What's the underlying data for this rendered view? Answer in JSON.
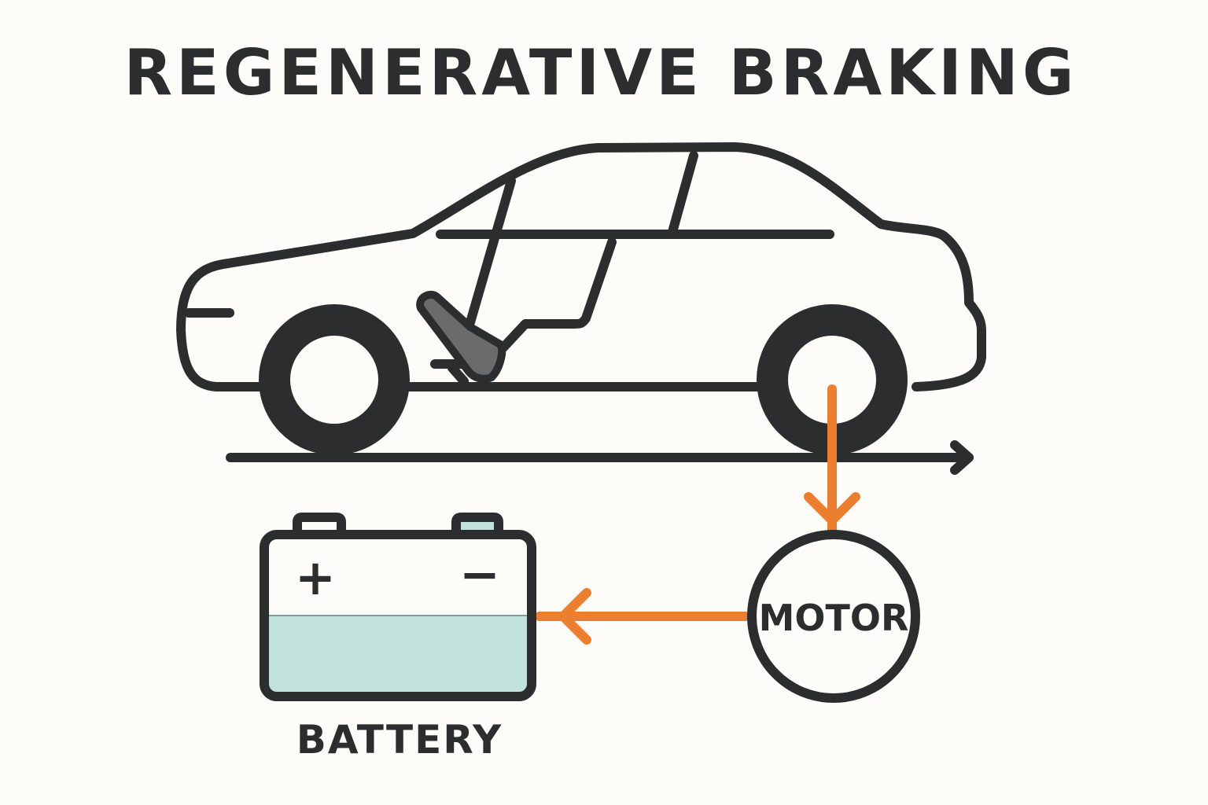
{
  "title": "REGENERATIVE BRAKING",
  "labels": {
    "motor": "MOTOR",
    "battery": "BATTERY",
    "battery_positive": "+",
    "battery_negative": "−"
  },
  "battery_charge_level": 0.5,
  "colors": {
    "background": "#fdfcf8",
    "outline": "#2b2d2e",
    "energy_flow": "#ec7f2f",
    "battery_fill": "#c1e1dd",
    "pedal": "#6b6b6b"
  }
}
